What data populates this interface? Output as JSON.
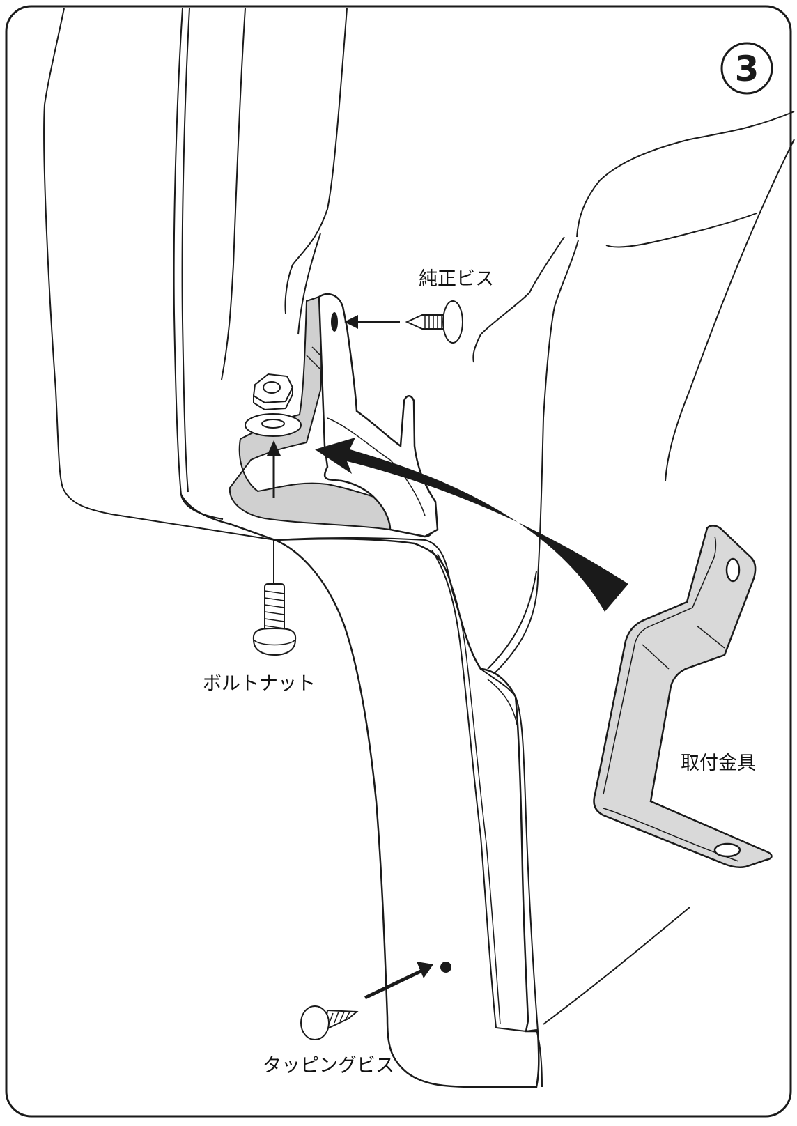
{
  "step_number": "3",
  "labels": {
    "oem_screw": "純正ビス",
    "bolt_nut": "ボルトナット",
    "mounting_bracket": "取付金具",
    "tapping_screw": "タッピングビス"
  },
  "colors": {
    "line": "#1a1a1a",
    "part_fill": "#ffffff",
    "bracket_fill": "#d9d9d9",
    "shadow_fill": "#d0d0d0"
  }
}
